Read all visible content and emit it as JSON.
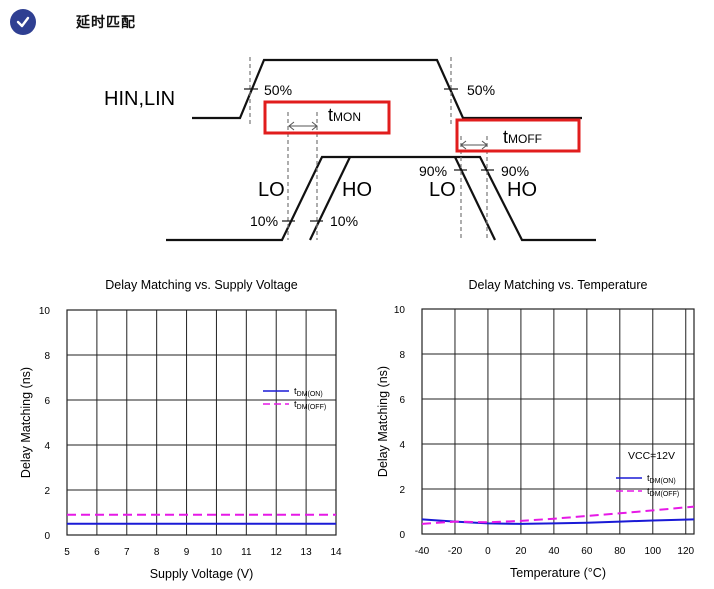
{
  "header": {
    "title": "延时匹配",
    "icon": "check-circle-icon"
  },
  "timing_diagram": {
    "input_label": "HIN,LIN",
    "pct_50_left": "50%",
    "pct_50_right": "50%",
    "t_mon": {
      "main": "t",
      "sub": "MON"
    },
    "t_moff": {
      "main": "t",
      "sub": "MOFF"
    },
    "lo_left": "LO",
    "ho_left": "HO",
    "lo_right": "LO",
    "ho_right": "HO",
    "pct_10_left": "10%",
    "pct_10_right": "10%",
    "pct_90_left": "90%",
    "pct_90_right": "90%",
    "highlight_color": "#e11d1d"
  },
  "chart_data": [
    {
      "type": "line",
      "title": "Delay Matching vs. Supply Voltage",
      "xlabel": "Supply Voltage (V)",
      "ylabel": "Delay Matching (ns)",
      "xlim": [
        5,
        14
      ],
      "ylim": [
        0,
        10
      ],
      "xticks": [
        "5",
        "6",
        "7",
        "8",
        "9",
        "10",
        "11",
        "12",
        "13",
        "14"
      ],
      "yticks": [
        "0",
        "2",
        "4",
        "6",
        "8",
        "10"
      ],
      "grid": true,
      "legend_position": "right",
      "annotation": "",
      "series": [
        {
          "name": "DM(ON)",
          "legend_main": "t",
          "legend_sub": "DM(ON)",
          "color": "#1a1ad6",
          "dash": "solid",
          "x": [
            5,
            14
          ],
          "y": [
            0.5,
            0.5
          ]
        },
        {
          "name": "DM(OFF)",
          "legend_main": "t",
          "legend_sub": "DM(OFF)",
          "color": "#e619e6",
          "dash": "dashed",
          "x": [
            5,
            14
          ],
          "y": [
            0.9,
            0.9
          ]
        }
      ]
    },
    {
      "type": "line",
      "title": "Delay Matching vs. Temperature",
      "xlabel": "Temperature (°C)",
      "ylabel": "Delay Matching (ns)",
      "xlim": [
        -40,
        125
      ],
      "ylim": [
        0,
        10
      ],
      "xticks": [
        "-40",
        "-20",
        "0",
        "20",
        "40",
        "60",
        "80",
        "100",
        "120"
      ],
      "xtick_values": [
        -40,
        -20,
        0,
        20,
        40,
        60,
        80,
        100,
        120
      ],
      "yticks": [
        "0",
        "2",
        "4",
        "6",
        "8",
        "10"
      ],
      "grid": true,
      "legend_position": "bottom-right",
      "annotation": "VCC=12V",
      "series": [
        {
          "name": "DM(ON)",
          "legend_main": "t",
          "legend_sub": "DM(ON)",
          "color": "#1a1ad6",
          "dash": "solid",
          "x": [
            -40,
            -20,
            0,
            20,
            40,
            60,
            80,
            100,
            125
          ],
          "y": [
            0.65,
            0.55,
            0.47,
            0.45,
            0.47,
            0.5,
            0.55,
            0.6,
            0.65
          ]
        },
        {
          "name": "DM(OFF)",
          "legend_main": "t",
          "legend_sub": "DM(OFF)",
          "color": "#e619e6",
          "dash": "dashed",
          "x": [
            -40,
            -20,
            0,
            20,
            40,
            60,
            80,
            100,
            125
          ],
          "y": [
            0.45,
            0.55,
            0.52,
            0.58,
            0.68,
            0.8,
            0.92,
            1.05,
            1.22
          ]
        }
      ]
    }
  ]
}
